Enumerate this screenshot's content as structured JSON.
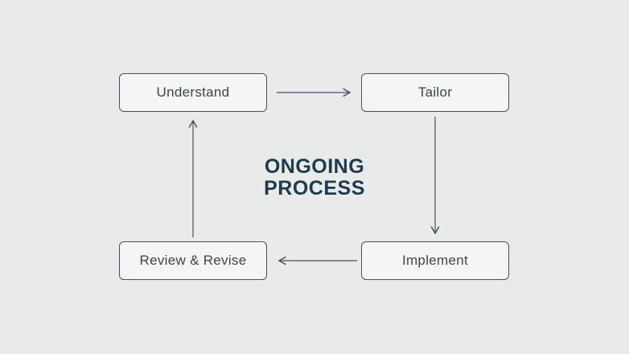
{
  "diagram": {
    "title": {
      "line1": "ONGOING",
      "line2": "PROCESS"
    },
    "nodes": [
      {
        "id": "understand",
        "label": "Understand"
      },
      {
        "id": "tailor",
        "label": "Tailor"
      },
      {
        "id": "implement",
        "label": "Implement"
      },
      {
        "id": "review-revise",
        "label": "Review & Revise"
      }
    ],
    "flow": [
      "understand -> tailor",
      "tailor -> implement",
      "implement -> review-revise",
      "review-revise -> understand"
    ],
    "colors": {
      "background": "#e9eaea",
      "box_fill": "#f4f5f5",
      "box_border": "#46525a",
      "box_text": "#3d444a",
      "title_text": "#1c3b4d",
      "arrow": "#46525a"
    }
  }
}
